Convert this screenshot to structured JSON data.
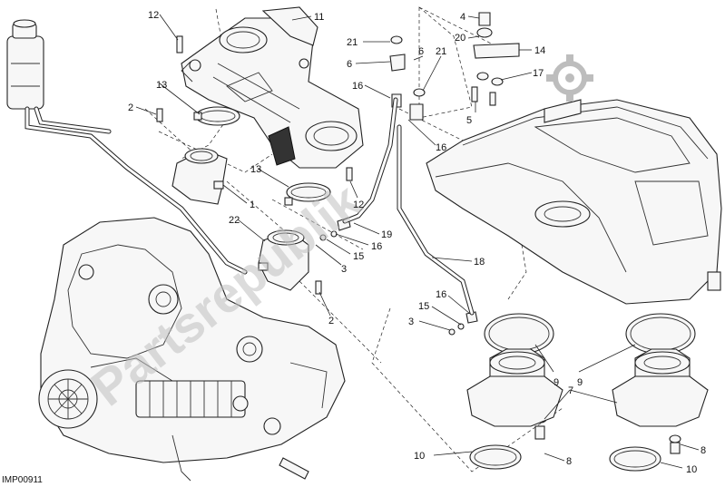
{
  "diagram": {
    "drawing_code": "IMP00911",
    "watermark": "Partsrepublik",
    "callouts": [
      {
        "id": "c12a",
        "label": "12"
      },
      {
        "id": "c11",
        "label": "11"
      },
      {
        "id": "c21a",
        "label": "21"
      },
      {
        "id": "c6a",
        "label": "6"
      },
      {
        "id": "c6b",
        "label": "6"
      },
      {
        "id": "c21b",
        "label": "21"
      },
      {
        "id": "c4",
        "label": "4"
      },
      {
        "id": "c20",
        "label": "20"
      },
      {
        "id": "c14",
        "label": "14"
      },
      {
        "id": "c17",
        "label": "17"
      },
      {
        "id": "c13a",
        "label": "13"
      },
      {
        "id": "c2a",
        "label": "2"
      },
      {
        "id": "c16a",
        "label": "16"
      },
      {
        "id": "c5",
        "label": "5"
      },
      {
        "id": "c16b",
        "label": "16"
      },
      {
        "id": "c1",
        "label": "1"
      },
      {
        "id": "c13b",
        "label": "13"
      },
      {
        "id": "c12b",
        "label": "12"
      },
      {
        "id": "c22",
        "label": "22"
      },
      {
        "id": "c19",
        "label": "19"
      },
      {
        "id": "c16c",
        "label": "16"
      },
      {
        "id": "c15a",
        "label": "15"
      },
      {
        "id": "c3a",
        "label": "3"
      },
      {
        "id": "c18",
        "label": "18"
      },
      {
        "id": "c2b",
        "label": "2"
      },
      {
        "id": "c16d",
        "label": "16"
      },
      {
        "id": "c15b",
        "label": "15"
      },
      {
        "id": "c3b",
        "label": "3"
      },
      {
        "id": "c9a",
        "label": "9"
      },
      {
        "id": "c9b",
        "label": "9"
      },
      {
        "id": "c7",
        "label": "7"
      },
      {
        "id": "c10a",
        "label": "10"
      },
      {
        "id": "c8a",
        "label": "8"
      },
      {
        "id": "c8b",
        "label": "8"
      },
      {
        "id": "c10b",
        "label": "10"
      }
    ]
  }
}
